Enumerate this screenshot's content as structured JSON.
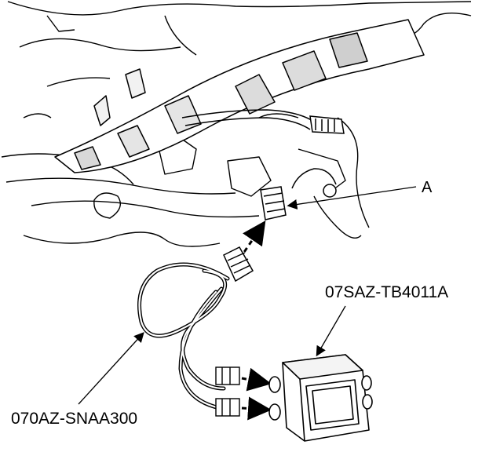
{
  "diagram": {
    "labels": {
      "connector": "A",
      "test_box": "07SAZ-TB4011A",
      "test_harness": "070AZ-SNAA300"
    },
    "colors": {
      "line": "#000000",
      "background": "#ffffff",
      "shadow": "#bdbdbd"
    }
  }
}
